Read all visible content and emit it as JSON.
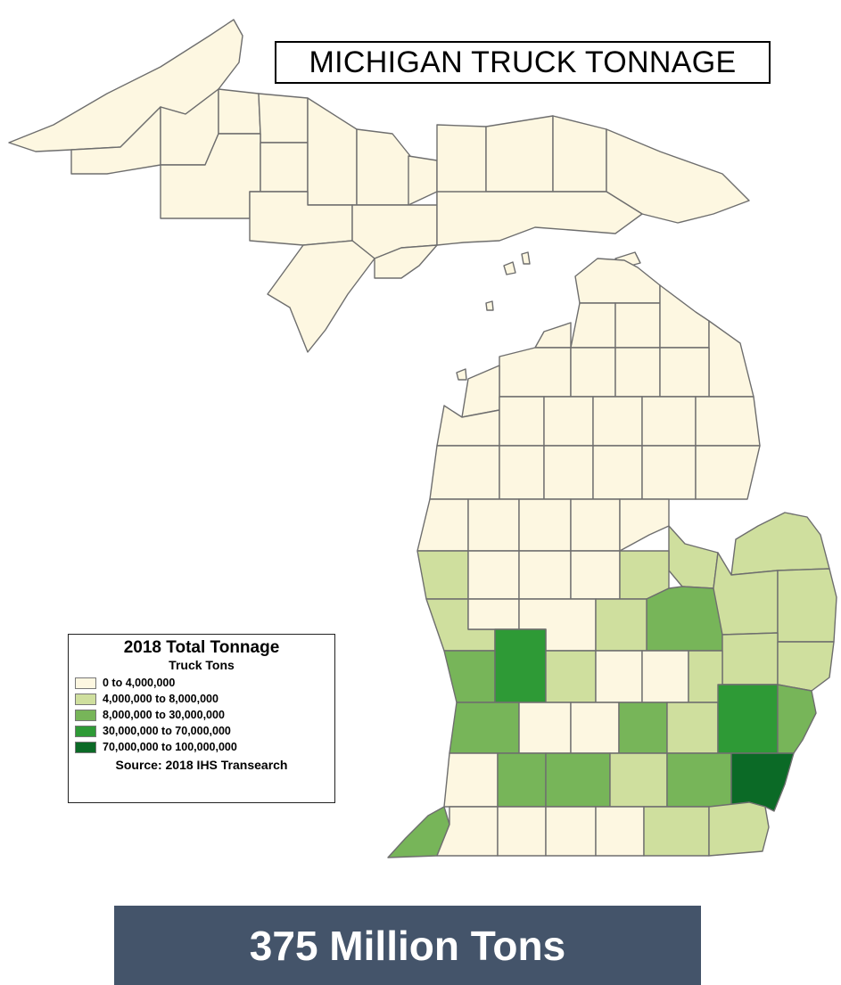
{
  "map": {
    "title": "MICHIGAN TRUCK TONNAGE",
    "colors": {
      "class_0": "#fdf7e1",
      "class_1": "#cfdf9e",
      "class_2": "#77b559",
      "class_3": "#2e9a36",
      "class_4": "#0b6a26",
      "border": "#6e6e6e"
    }
  },
  "legend": {
    "title": "2018 Total Tonnage",
    "subtitle": "Truck Tons",
    "items": [
      {
        "label": "0 to 4,000,000",
        "color": "#fdf7e1"
      },
      {
        "label": "4,000,000 to 8,000,000",
        "color": "#cfdf9e"
      },
      {
        "label": "8,000,000 to 30,000,000",
        "color": "#77b559"
      },
      {
        "label": "30,000,000 to 70,000,000",
        "color": "#2e9a36"
      },
      {
        "label": "70,000,000 to 100,000,000",
        "color": "#0b6a26"
      }
    ],
    "source": "Source: 2018 IHS Transearch"
  },
  "banner": {
    "text": "375 Million Tons",
    "color": "#44546a"
  }
}
